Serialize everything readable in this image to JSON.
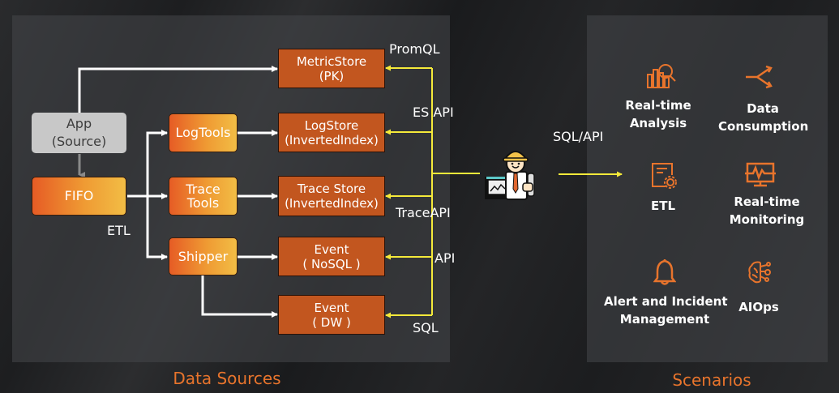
{
  "sections": {
    "data_sources_title": "Data Sources",
    "scenarios_title": "Scenarios"
  },
  "sources": {
    "app": {
      "line1": "App",
      "line2": "(Source)"
    },
    "fifo": "FIFO",
    "etl_label": "ETL"
  },
  "tools": {
    "logtools": "LogTools",
    "tracetools": {
      "line1": "Trace",
      "line2": "Tools"
    },
    "shipper": "Shipper"
  },
  "stores": [
    {
      "line1": "MetricStore",
      "line2": "(PK)"
    },
    {
      "line1": "LogStore",
      "line2": "(InvertedIndex)"
    },
    {
      "line1": "Trace Store",
      "line2": "(InvertedIndex)"
    },
    {
      "line1": "Event",
      "line2": "( NoSQL )"
    },
    {
      "line1": "Event",
      "line2": "( DW )"
    }
  ],
  "query_apis": {
    "promql": "PromQL",
    "es_api": "ES API",
    "trace_api": "TraceAPI",
    "api": "API",
    "sql": "SQL"
  },
  "user": {
    "icon": "engineer-icon",
    "output_label": "SQL/API"
  },
  "scenarios": [
    {
      "icon": "analysis-chart-icon",
      "line1": "Real-time",
      "line2": "Analysis"
    },
    {
      "icon": "split-arrows-icon",
      "line1": "Data",
      "line2": "Consumption"
    },
    {
      "icon": "document-gear-icon",
      "line1": "ETL",
      "line2": ""
    },
    {
      "icon": "monitor-pulse-icon",
      "line1": "Real-time",
      "line2": "Monitoring"
    },
    {
      "icon": "bell-icon",
      "line1": "Alert and Incident",
      "line2": "Management"
    },
    {
      "icon": "brain-circuit-icon",
      "line1": "AIOps",
      "line2": ""
    }
  ],
  "colors": {
    "accent_orange": "#e8742c",
    "store_fill": "#c2561f",
    "query_line": "#f5ea3a",
    "flow_line": "#ffffff"
  }
}
